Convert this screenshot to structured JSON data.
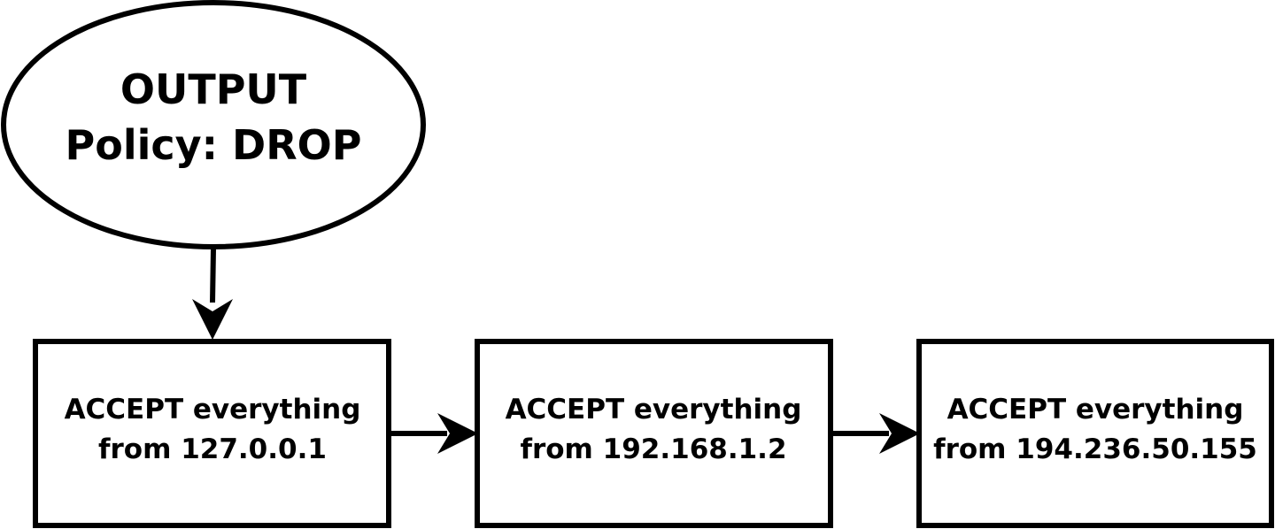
{
  "start_node": {
    "line1": "OUTPUT",
    "line2": "Policy: DROP"
  },
  "rules": [
    {
      "line1": "ACCEPT everything",
      "line2": "from 127.0.0.1"
    },
    {
      "line1": "ACCEPT everything",
      "line2": "from 192.168.1.2"
    },
    {
      "line1": "ACCEPT everything",
      "line2": "from 194.236.50.155"
    }
  ],
  "colors": {
    "stroke": "#000000",
    "fill": "#ffffff",
    "text": "#000000"
  }
}
